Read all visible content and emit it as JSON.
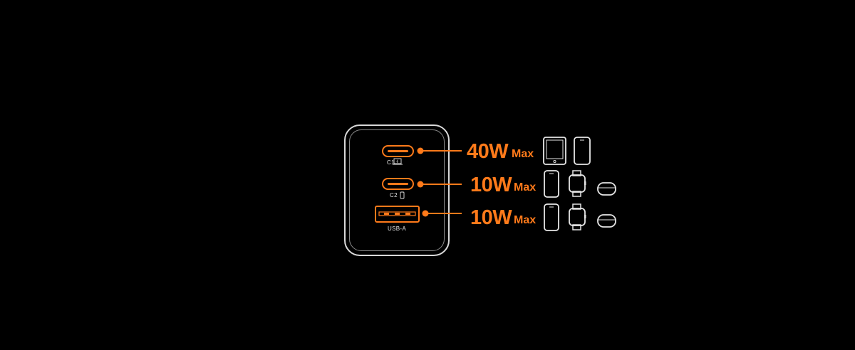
{
  "accent_color": "#ff7a1a",
  "outline_color": "#e0e0e0",
  "ports": [
    {
      "label": "C1",
      "type": "usb-c",
      "port_icon": "laptop-icon",
      "power": "40W",
      "unit": "Max",
      "devices": [
        "tablet-icon",
        "phone-icon"
      ]
    },
    {
      "label": "C2",
      "type": "usb-c",
      "port_icon": "phone-icon",
      "power": "10W",
      "unit": "Max",
      "devices": [
        "phone-icon",
        "watch-icon",
        "earbuds-case-icon"
      ]
    },
    {
      "label": "USB-A",
      "type": "usb-a",
      "port_icon": "",
      "power": "10W",
      "unit": "Max",
      "devices": [
        "phone-icon",
        "watch-icon",
        "earbuds-case-icon"
      ]
    }
  ]
}
